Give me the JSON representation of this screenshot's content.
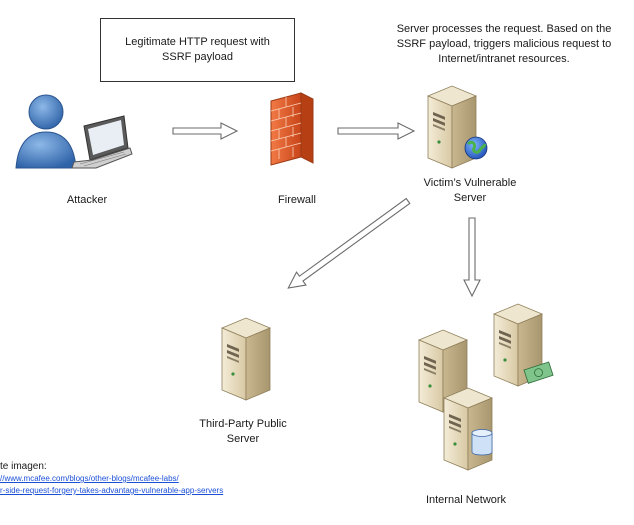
{
  "callouts": {
    "request_note": "Legitimate HTTP request with SSRF payload",
    "server_note": "Server processes the request. Based on the SSRF payload, triggers malicious request to Internet/intranet resources."
  },
  "nodes": {
    "attacker": "Attacker",
    "firewall": "Firewall",
    "victim_server": "Victim’s Vulnerable Server",
    "third_party_server": "Third-Party Public Server",
    "internal_network": "Internal Network"
  },
  "source": {
    "label": "te imagen:",
    "link1": "//www.mcafee.com/blogs/other-blogs/mcafee-labs/",
    "link2": "r-side-request-forgery-takes-advantage-vulnerable-app-servers"
  },
  "icons": {
    "attacker": "user-laptop-icon",
    "firewall": "brick-wall-icon",
    "server": "tower-server-icon",
    "globe": "globe-icon",
    "money": "banknote-icon",
    "database": "database-icon"
  },
  "colors": {
    "person": "#4f86c6",
    "firewall": "#e25a2c",
    "server_body": "#e8dcc0",
    "arrow": "#ffffff",
    "arrow_stroke": "#6b6b6b"
  }
}
